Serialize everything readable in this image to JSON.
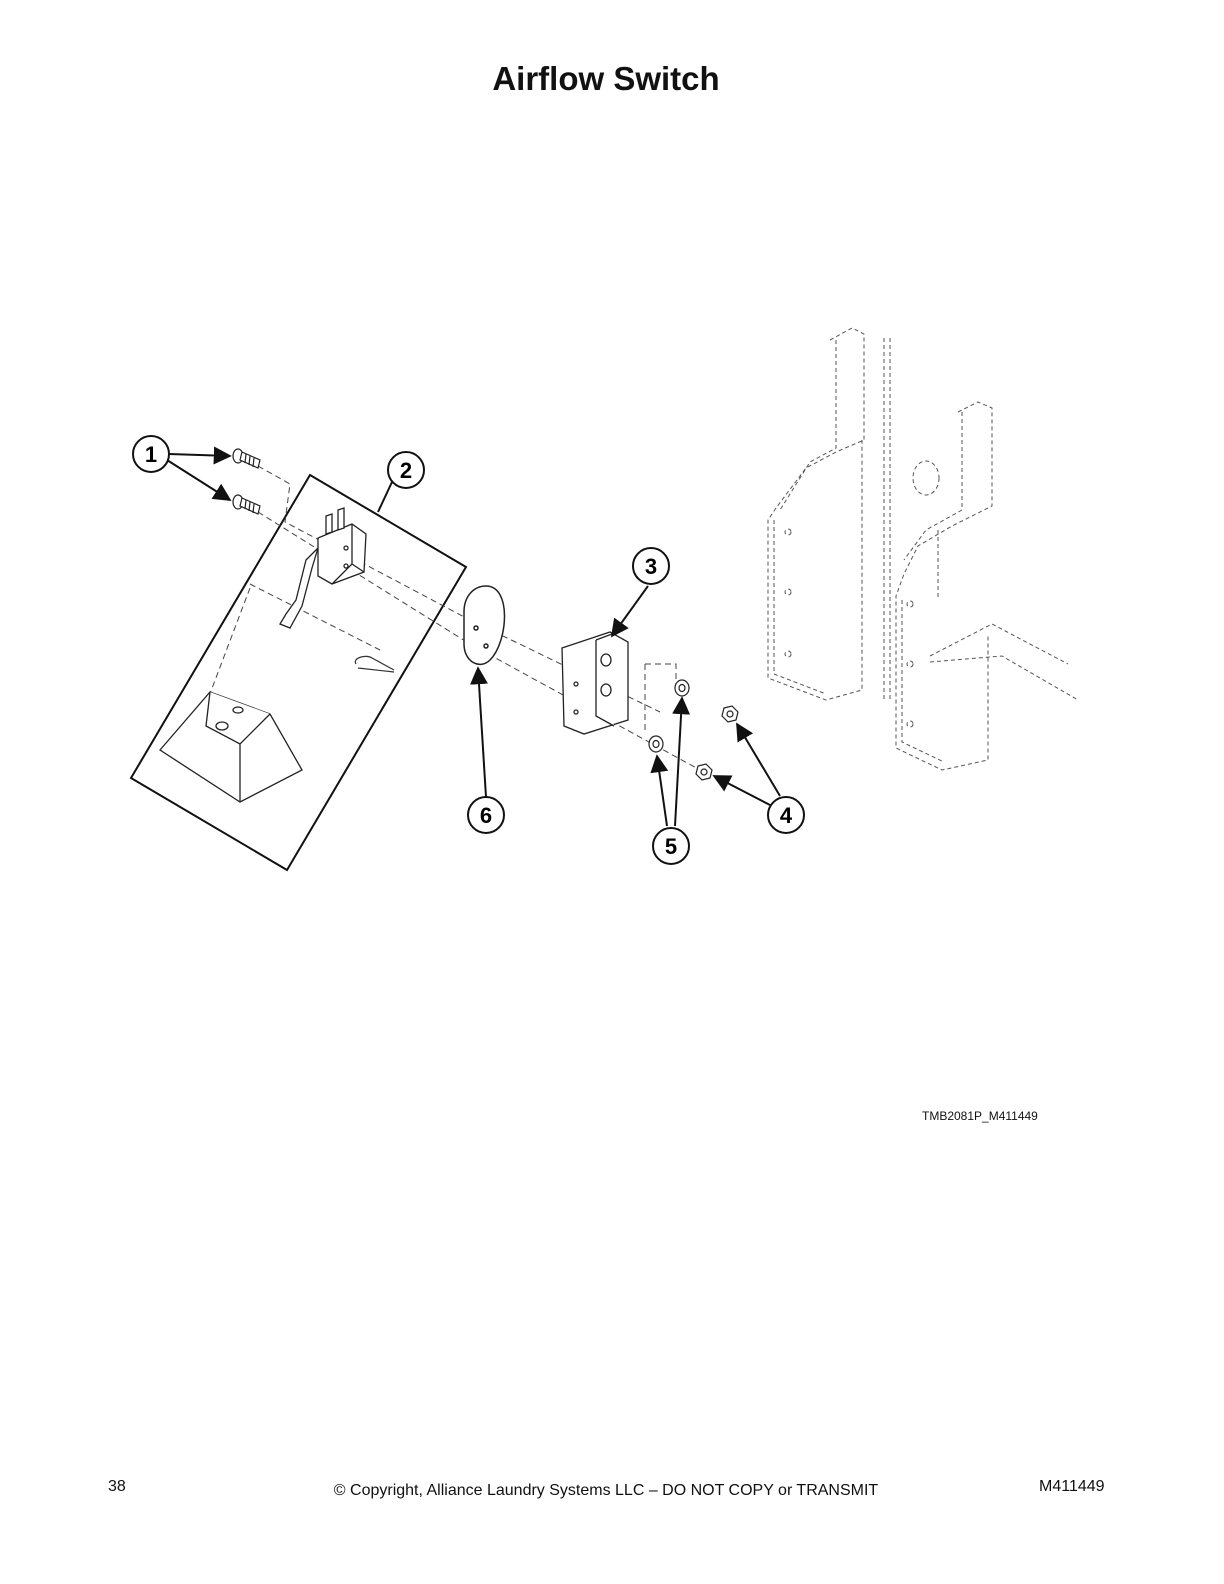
{
  "page": {
    "title": "Airflow Switch",
    "reference_code": "TMB2081P_M411449",
    "page_number": "38",
    "copyright": "© Copyright, Alliance Laundry Systems LLC – DO NOT COPY or TRANSMIT",
    "document_id": "M411449"
  },
  "callouts": [
    "1",
    "2",
    "3",
    "4",
    "5",
    "6"
  ]
}
